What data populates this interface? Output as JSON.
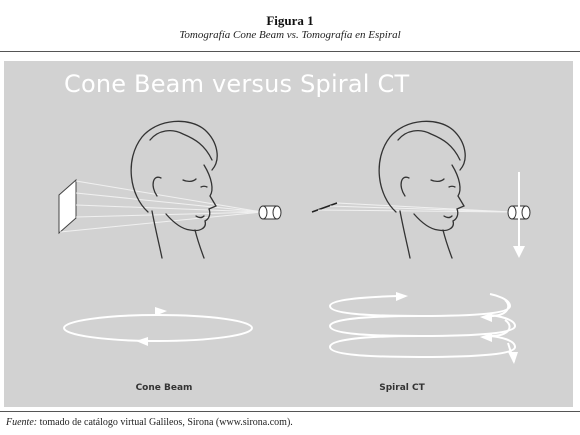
{
  "figure": {
    "title": "Figura 1",
    "subtitle": "Tomografía Cone Beam vs. Tomografía en Espiral"
  },
  "panel": {
    "heading": "Cone Beam versus Spiral CT",
    "background": "#d2d2d2",
    "left_caption": "Cone Beam",
    "right_caption": "Spiral CT"
  },
  "source": {
    "label": "Fuente:",
    "text": " tomado de catálogo virtual Galileos, Sirona (www.sirona.com)."
  }
}
